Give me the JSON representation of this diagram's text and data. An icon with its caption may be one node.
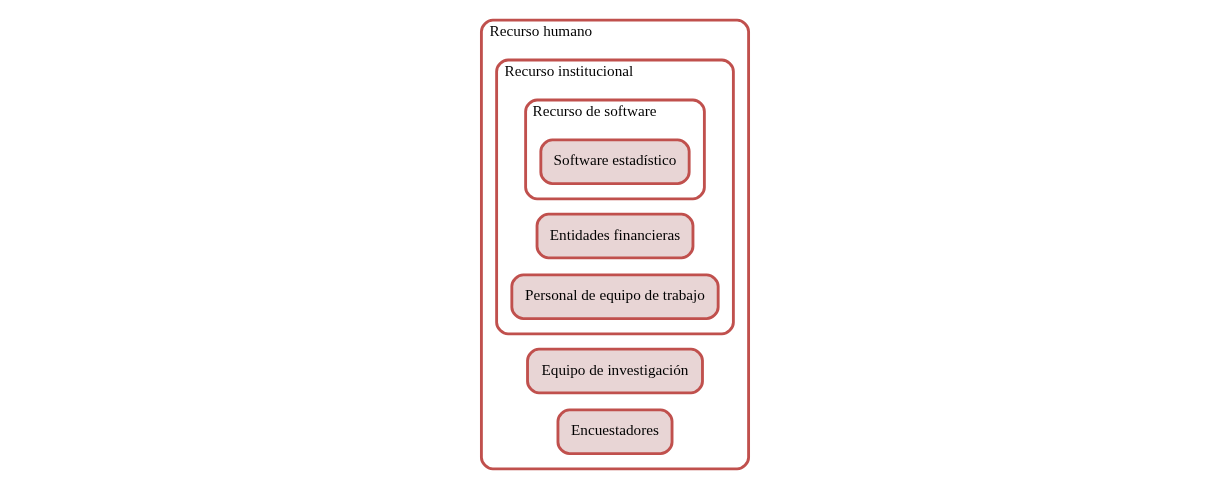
{
  "diagram": {
    "nodes": [
      {
        "text": [
          "Recurso humano"
        ]
      },
      {
        "text": [
          "Equipo de investigación"
        ],
        "in": 0
      },
      {
        "text": [
          "Encuestadores"
        ],
        "in": 0
      },
      {
        "text": [
          "Recurso institucional"
        ],
        "in": 0
      },
      {
        "text": [
          "Entidades financieras"
        ],
        "in": 3
      },
      {
        "text": [
          "Personal de equipo de trabajo"
        ],
        "in": 3
      },
      {
        "text": [
          "Recurso de software"
        ],
        "in": 3
      },
      {
        "text": [
          "Software estadístico"
        ],
        "in": 6
      }
    ]
  }
}
